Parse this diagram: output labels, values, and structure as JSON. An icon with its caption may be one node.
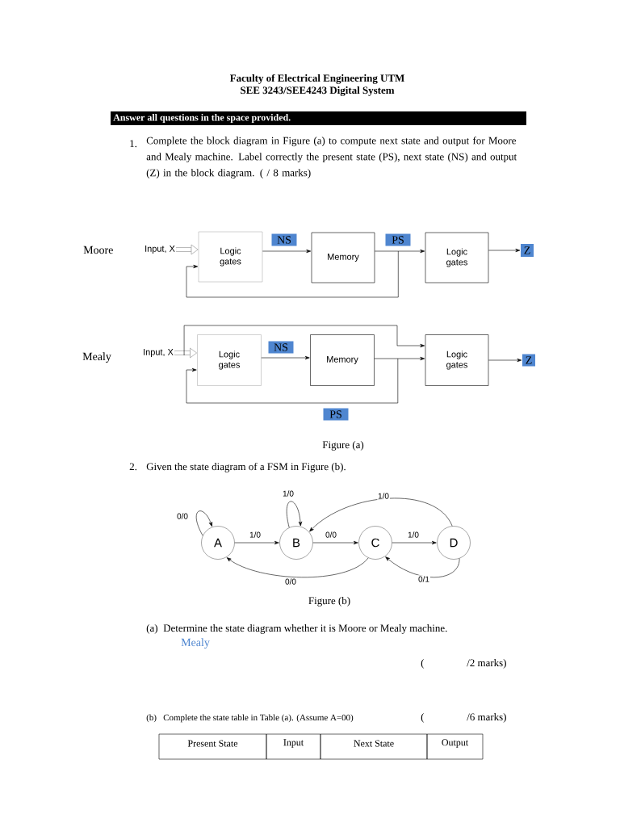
{
  "diagram": {
    "title": "Faculty of Electrical Engineering UTM",
    "nodes": [
      {
        "text": [
          "Logic gates"
        ]
      },
      {
        "text": [
          "Memory"
        ]
      },
      {
        "text": [
          "Logic gates"
        ]
      },
      {
        "text": [
          "Input, X"
        ]
      },
      {
        "text": [
          "Z"
        ]
      },
      {
        "text": [
          "Logic gates"
        ]
      },
      {
        "text": [
          "Memory"
        ]
      },
      {
        "text": [
          "Logic gates"
        ]
      },
      {
        "text": [
          "Input, X"
        ]
      },
      {
        "text": [
          "Z"
        ]
      },
      {
        "text": [
          "A"
        ]
      },
      {
        "text": [
          "B"
        ]
      },
      {
        "text": [
          "C"
        ]
      },
      {
        "text": [
          "D"
        ]
      }
    ],
    "edges": [
      {
        "from": 3,
        "to": 0,
        "arrow": "to",
        "style": "thick",
        "color": "#8c8c8c"
      },
      {
        "from": 0,
        "to": 1,
        "arrow": "to",
        "label": "NS"
      },
      {
        "from": 1,
        "to": 2,
        "arrow": "to",
        "label": "PS"
      },
      {
        "from": 2,
        "to": 4,
        "arrow": "to"
      },
      {
        "from": 1,
        "to": 0,
        "arrow": "to"
      },
      {
        "from": 8,
        "to": 5,
        "arrow": "to",
        "style": "thick",
        "color": "#8c8c8c"
      },
      {
        "from": 5,
        "to": 6,
        "arrow": "to",
        "label": "NS"
      },
      {
        "from": 6,
        "to": 7,
        "arrow": "to"
      },
      {
        "from": 7,
        "to": 9,
        "arrow": "to"
      },
      {
        "from": 6,
        "to": 5,
        "arrow": "to",
        "label": "PS"
      },
      {
        "from": 8,
        "to": 7,
        "arrow": "to"
      },
      {
        "from": 10,
        "to": 10,
        "arrow": "to",
        "label": "0/0"
      },
      {
        "from": 10,
        "to": 11,
        "arrow": "to",
        "label": "1/0"
      },
      {
        "from": 11,
        "to": 11,
        "arrow": "to",
        "label": "1/0"
      },
      {
        "from": 11,
        "to": 12,
        "arrow": "to",
        "label": "0/0"
      },
      {
        "from": 12,
        "to": 13,
        "arrow": "to",
        "label": "1/0"
      },
      {
        "from": 13,
        "to": 11,
        "arrow": "to",
        "label": "1/0"
      },
      {
        "from": 12,
        "to": 10,
        "arrow": "to",
        "label": "0/0"
      },
      {
        "from": 13,
        "to": 12,
        "arrow": "to",
        "label": "0/1"
      }
    ],
    "labels": [
      "SEE 3243/SEE4243 Digital System",
      "Answer all questions in the space provided.",
      "1.",
      "Complete the block diagram in Figure (a) to compute next state and output for Moore and Mealy machine. Label correctly the present state (PS), next state (NS) and output (Z) in the block diagram. (          / 8 marks)",
      "Moore",
      "Mealy",
      "Figure (a)",
      "2.",
      "Given the state diagram of a FSM in Figure (b).",
      "Figure (b)",
      "(a)",
      "Determine the state diagram whether it is Moore or Mealy machine.",
      "Mealy",
      "(",
      "/2 marks)",
      "(b)",
      "Complete the state table in Table (a).  (Assume A=00)",
      "(",
      "/6 marks)",
      "Present State",
      "Input",
      "Next State",
      "Output"
    ]
  }
}
